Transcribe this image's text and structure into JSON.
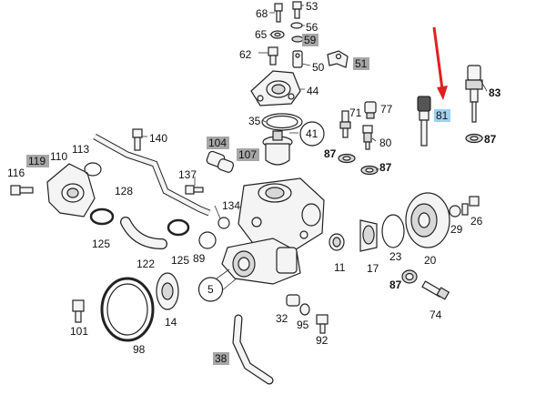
{
  "callouts": [
    {
      "id": "68",
      "style": "plain"
    },
    {
      "id": "53",
      "style": "plain"
    },
    {
      "id": "56",
      "style": "plain"
    },
    {
      "id": "65",
      "style": "plain"
    },
    {
      "id": "59",
      "style": "gray"
    },
    {
      "id": "62",
      "style": "plain"
    },
    {
      "id": "50",
      "style": "plain"
    },
    {
      "id": "51",
      "style": "gray"
    },
    {
      "id": "44",
      "style": "plain"
    },
    {
      "id": "83",
      "style": "bold"
    },
    {
      "id": "81",
      "style": "blue"
    },
    {
      "id": "87",
      "style": "bold"
    },
    {
      "id": "77",
      "style": "plain"
    },
    {
      "id": "35",
      "style": "plain"
    },
    {
      "id": "41",
      "style": "circled"
    },
    {
      "id": "71",
      "style": "plain"
    },
    {
      "id": "80",
      "style": "plain"
    },
    {
      "id": "87",
      "style": "bold"
    },
    {
      "id": "87",
      "style": "bold"
    },
    {
      "id": "140",
      "style": "plain"
    },
    {
      "id": "104",
      "style": "gray"
    },
    {
      "id": "110",
      "style": "plain"
    },
    {
      "id": "113",
      "style": "plain"
    },
    {
      "id": "119",
      "style": "gray"
    },
    {
      "id": "107",
      "style": "gray"
    },
    {
      "id": "116",
      "style": "plain"
    },
    {
      "id": "137",
      "style": "plain"
    },
    {
      "id": "128",
      "style": "plain"
    },
    {
      "id": "134",
      "style": "plain"
    },
    {
      "id": "29",
      "style": "plain"
    },
    {
      "id": "26",
      "style": "plain"
    },
    {
      "id": "125",
      "style": "plain"
    },
    {
      "id": "125",
      "style": "plain"
    },
    {
      "id": "89",
      "style": "plain"
    },
    {
      "id": "11",
      "style": "plain"
    },
    {
      "id": "17",
      "style": "plain"
    },
    {
      "id": "23",
      "style": "plain"
    },
    {
      "id": "20",
      "style": "plain"
    },
    {
      "id": "122",
      "style": "plain"
    },
    {
      "id": "5",
      "style": "circled"
    },
    {
      "id": "87",
      "style": "bold"
    },
    {
      "id": "101",
      "style": "plain"
    },
    {
      "id": "14",
      "style": "plain"
    },
    {
      "id": "32",
      "style": "plain"
    },
    {
      "id": "95",
      "style": "plain"
    },
    {
      "id": "74",
      "style": "plain"
    },
    {
      "id": "98",
      "style": "plain"
    },
    {
      "id": "92",
      "style": "plain"
    },
    {
      "id": "38",
      "style": "gray"
    }
  ],
  "highlight_colors": {
    "gray": "#a7a7a7",
    "blue": "#9fd0ef",
    "arrow": "#e02020"
  },
  "arrow_target": "81"
}
